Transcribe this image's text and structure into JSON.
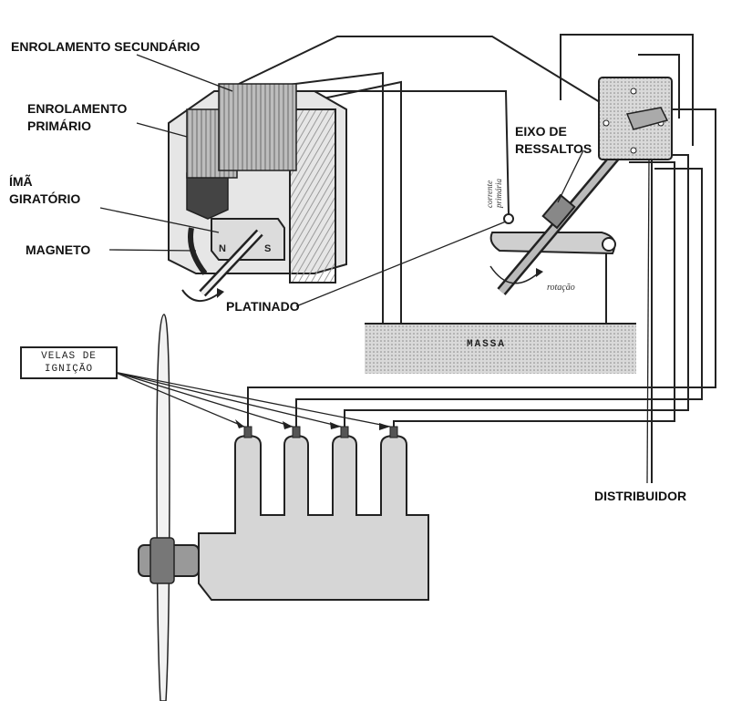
{
  "labels": {
    "enrolamento_secundario": "ENROLAMENTO SECUNDÁRIO",
    "enrolamento_primario_1": "ENROLAMENTO",
    "enrolamento_primario_2": "PRIMÁRIO",
    "ima_giratorio_1": "ÍMÃ",
    "ima_giratorio_2": "GIRATÓRIO",
    "magneto": "MAGNETO",
    "platinado": "PLATINADO",
    "eixo_ressaltos_1": "EIXO DE",
    "eixo_ressaltos_2": "RESSALTOS",
    "distribuidor": "DISTRIBUIDOR",
    "velas_1": "VELAS DE",
    "velas_2": "IGNIÇÃO",
    "massa": "MASSA",
    "corrente_1": "corrente",
    "corrente_2": "primária",
    "rotacao": "rotação",
    "pole_n": "N",
    "pole_s": "S"
  },
  "colors": {
    "ink": "#222222",
    "fill_gray": "#c9c9c9",
    "fill_light": "#e6e6e6",
    "fill_dark": "#555555",
    "hatch": "#9a9a9a"
  }
}
